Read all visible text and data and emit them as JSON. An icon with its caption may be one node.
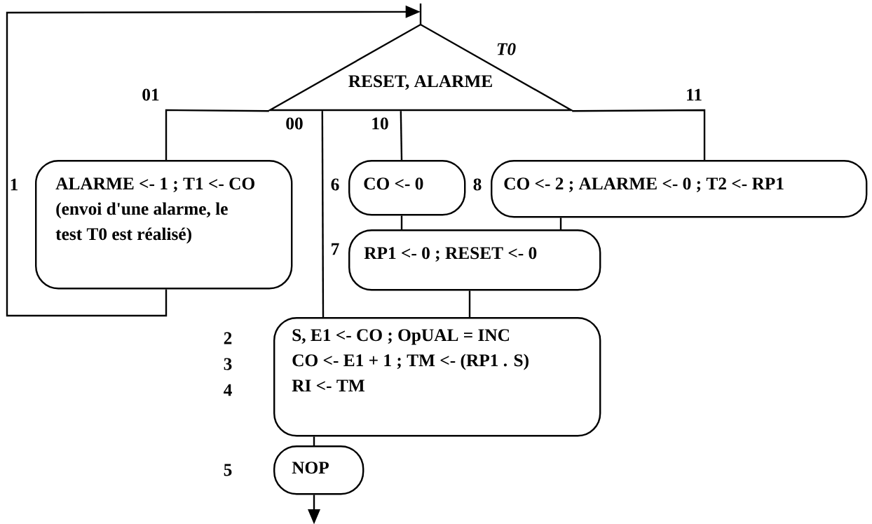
{
  "diagram": {
    "nodes": [
      {
        "text": [
          "RESET, ALARME"
        ],
        "beside": [
          "T0"
        ]
      },
      {
        "text": [
          "ALARME <- 1 ; T1 <- CO",
          "(envoi d'une alarme, le test T0 est réalisé)"
        ],
        "beside": [
          "1"
        ]
      },
      {
        "text": [
          "CO <- 0"
        ],
        "beside": [
          "6"
        ]
      },
      {
        "text": [
          "CO <- 2 ; ALARME <- 0 ; T2 <- RP1"
        ],
        "beside": [
          "8"
        ]
      },
      {
        "text": [
          "RP1 <- 0 ; RESET <- 0"
        ],
        "beside": [
          "7"
        ]
      },
      {
        "text": [
          "S, E1 <- CO ; OpUAL = INC",
          "CO <- E1 + 1 ; TM <- (RP1 . S)",
          "RI <- TM"
        ],
        "beside": [
          "2",
          "3",
          "4"
        ]
      },
      {
        "text": [
          "NOP"
        ],
        "beside": [
          "5"
        ]
      }
    ],
    "edges": [
      {
        "from": 0,
        "to": 1,
        "arrow": "none",
        "label": "01"
      },
      {
        "from": 0,
        "to": 5,
        "arrow": "none",
        "label": "00"
      },
      {
        "from": 0,
        "to": 2,
        "arrow": "none",
        "label": "10"
      },
      {
        "from": 0,
        "to": 3,
        "arrow": "none",
        "label": "11"
      },
      {
        "from": 1,
        "to": 0,
        "arrow": "to"
      },
      {
        "from": 2,
        "to": 4,
        "arrow": "none"
      },
      {
        "from": 3,
        "to": 4,
        "arrow": "none"
      },
      {
        "from": 4,
        "to": 5,
        "arrow": "none"
      },
      {
        "from": 5,
        "to": 6,
        "arrow": "none"
      },
      {
        "from": 6,
        "to": null,
        "arrow": "to"
      }
    ]
  }
}
